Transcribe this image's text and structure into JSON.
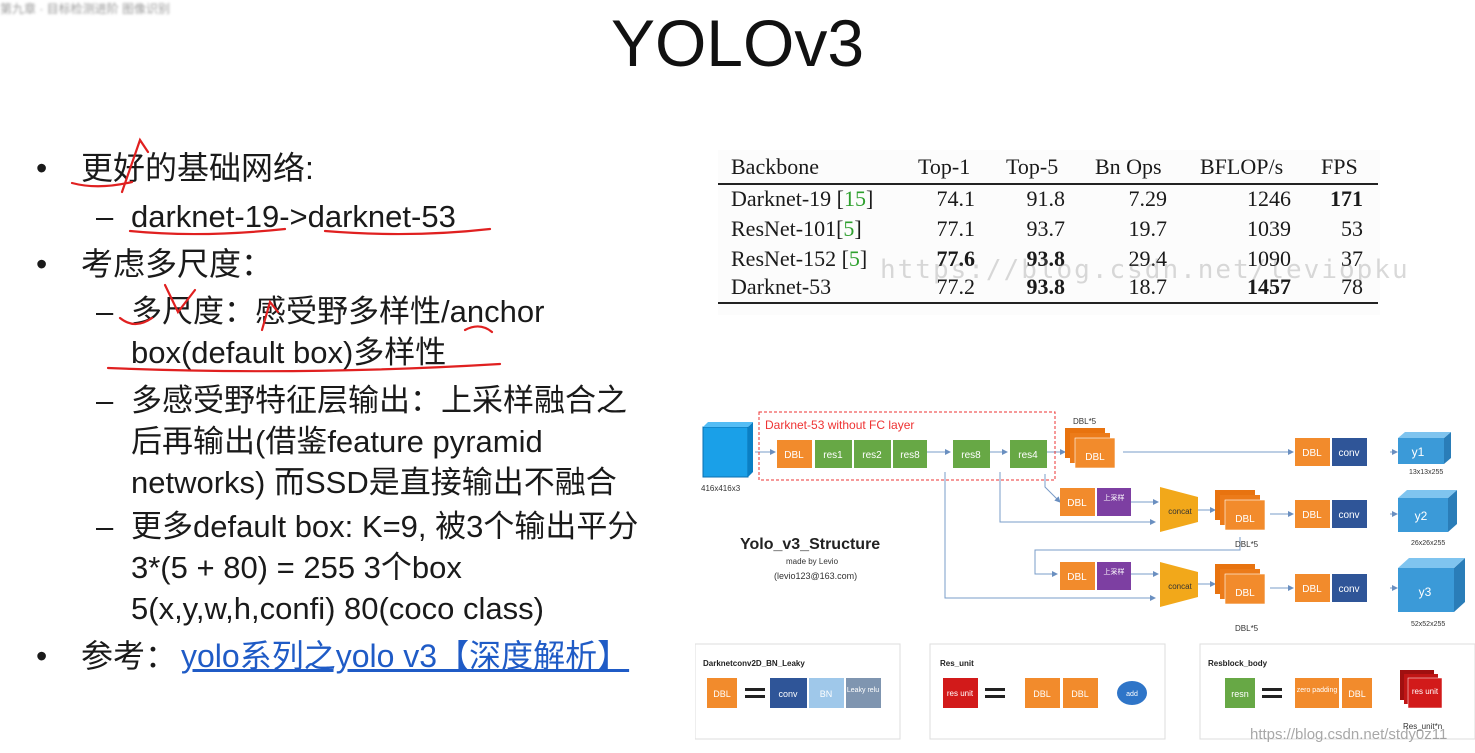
{
  "header": {
    "faded_text": "第九章 · 目标检测进阶    图像识别"
  },
  "slide": {
    "title": "YOLOv3"
  },
  "bullets": {
    "b1": "更好的基础网络:",
    "b1_sub1": "darknet-19->darknet-53",
    "b2": "考虑多尺度：",
    "b2_sub1_line1": "多尺度：感受野多样性/anchor",
    "b2_sub1_line2": "box(default box)多样性",
    "b2_sub2_line1": "多感受野特征层输出：上采样融合之",
    "b2_sub2_line2": "后再输出(借鉴feature pyramid",
    "b2_sub2_line3": "networks) 而SSD是直接输出不融合",
    "b2_sub3_line1": "更多default box: K=9, 被3个输出平分",
    "b2_sub3_line2": "3*(5 + 80) = 255 3个box",
    "b2_sub3_line3": "5(x,y,w,h,confi) 80(coco class)",
    "b3_prefix": "参考：",
    "b3_link": "yolo系列之yolo v3【深度解析】"
  },
  "table": {
    "headers": [
      "Backbone",
      "Top-1",
      "Top-5",
      "Bn Ops",
      "BFLOP/s",
      "FPS"
    ],
    "rows": [
      {
        "name": "Darknet-19 [",
        "ref": "15",
        "close": "]",
        "top1": "74.1",
        "top5": "91.8",
        "bnops": "7.29",
        "bflops": "1246",
        "fps": "171"
      },
      {
        "name": "ResNet-101[",
        "ref": "5",
        "close": "]",
        "top1": "77.1",
        "top5": "93.7",
        "bnops": "19.7",
        "bflops": "1039",
        "fps": "53"
      },
      {
        "name": "ResNet-152 [",
        "ref": "5",
        "close": "]",
        "top1": "77.6",
        "top5": "93.8",
        "bnops": "29.4",
        "bflops": "1090",
        "fps": "37"
      },
      {
        "name": "Darknet-53",
        "ref": "",
        "close": "",
        "top1": "77.2",
        "top5": "93.8",
        "bnops": "18.7",
        "bflops": "1457",
        "fps": "78"
      }
    ],
    "watermark": "https://blog.csdn.net/leviopku"
  },
  "diagram": {
    "frame_label": "Darknet-53 without FC layer",
    "input_size": "416x416x3",
    "dbl": "DBL",
    "res1": "res1",
    "res2": "res2",
    "res8": "res8",
    "res4": "res4",
    "dbl5": "DBL*5",
    "conv": "conv",
    "up": "上采样",
    "concat": "concat",
    "y1": "y1",
    "y1_size": "13x13x255",
    "y2": "y2",
    "y2_size": "26x26x255",
    "y3": "y3",
    "y3_size": "52x52x255",
    "struct_title": "Yolo_v3_Structure",
    "struct_by": "made by Levio",
    "struct_email": "(levio123@163.com)",
    "leg1_title": "Darknetconv2D_BN_Leaky",
    "leg1_bn": "BN",
    "leg1_leaky": "Leaky relu",
    "leg2_title": "Res_unit",
    "res_unit": "res unit",
    "add": "add",
    "leg3_title": "Resblock_body",
    "resn": "resn",
    "zero_padding": "zero padding",
    "res_unit_n": "Res_unit*n"
  },
  "footer": {
    "watermark": "https://blog.csdn.net/stdy0z11"
  }
}
